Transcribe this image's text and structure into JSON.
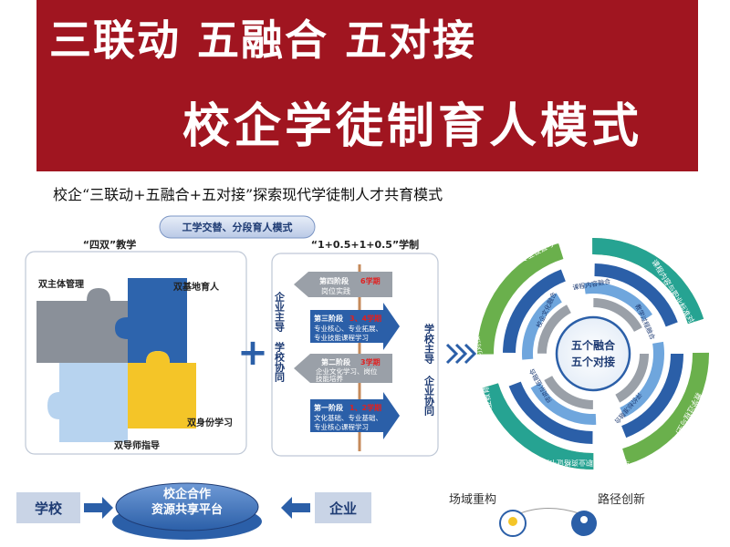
{
  "banner": {
    "line1": "三联动 五融合 五对接",
    "line2": "校企学徒制育人模式"
  },
  "subtitle": "校企“三联动+五融合+五对接”探索现代学徒制人才共育模式",
  "top_pill": "工学交替、分段育人模式",
  "left_panel": {
    "title": "“四双”教学",
    "labels": [
      "双主体管理",
      "双基地育人",
      "双身份学习",
      "双导师指导"
    ]
  },
  "plus": "+",
  "mid_panel": {
    "title": "“1+0.5+1+0.5”学制",
    "left_vertical": [
      "企业主导",
      "学校协同"
    ],
    "right_vertical": [
      "学校主导",
      "企业协同"
    ],
    "stages": [
      {
        "head": "第四阶段",
        "tag": "6学期",
        "lines": [
          "岗位实践"
        ]
      },
      {
        "head": "第三阶段",
        "tag": "3、4学期",
        "lines": [
          "专业核心、专业拓展、",
          "专业技能课程学习"
        ]
      },
      {
        "head": "第二阶段",
        "tag": "3学期",
        "lines": [
          "企业文化学习、岗位",
          "技能培养"
        ]
      },
      {
        "head": "第一阶段",
        "tag": "1、2学期",
        "lines": [
          "文化基础、专业基础、",
          "专业核心课程学习"
        ]
      }
    ]
  },
  "circle": {
    "center_line1": "五个融合",
    "center_line2": "五个对接",
    "outer_arcs": [
      "专业设置与专业需求对接",
      "课程内容与职业标准对接",
      "教学过程与生产过程对接",
      "毕业证书与职业资格证书对接",
      "职业教育与终身学习对接"
    ],
    "inner_arcs": [
      "校企文化融合",
      "课程内容融合",
      "教学过程融合",
      "评价标准融合",
      "师资队伍融合"
    ]
  },
  "bottom": {
    "school": "学校",
    "enterprise": "企业",
    "platform_line1": "校企合作",
    "platform_line2": "资源共享平台",
    "label_left": "场域重构",
    "label_right": "路径创新"
  },
  "colors": {
    "banner": "#a01520",
    "blue": "#2b5fa8",
    "teal": "#1fa29a",
    "green": "#6ab04c"
  }
}
